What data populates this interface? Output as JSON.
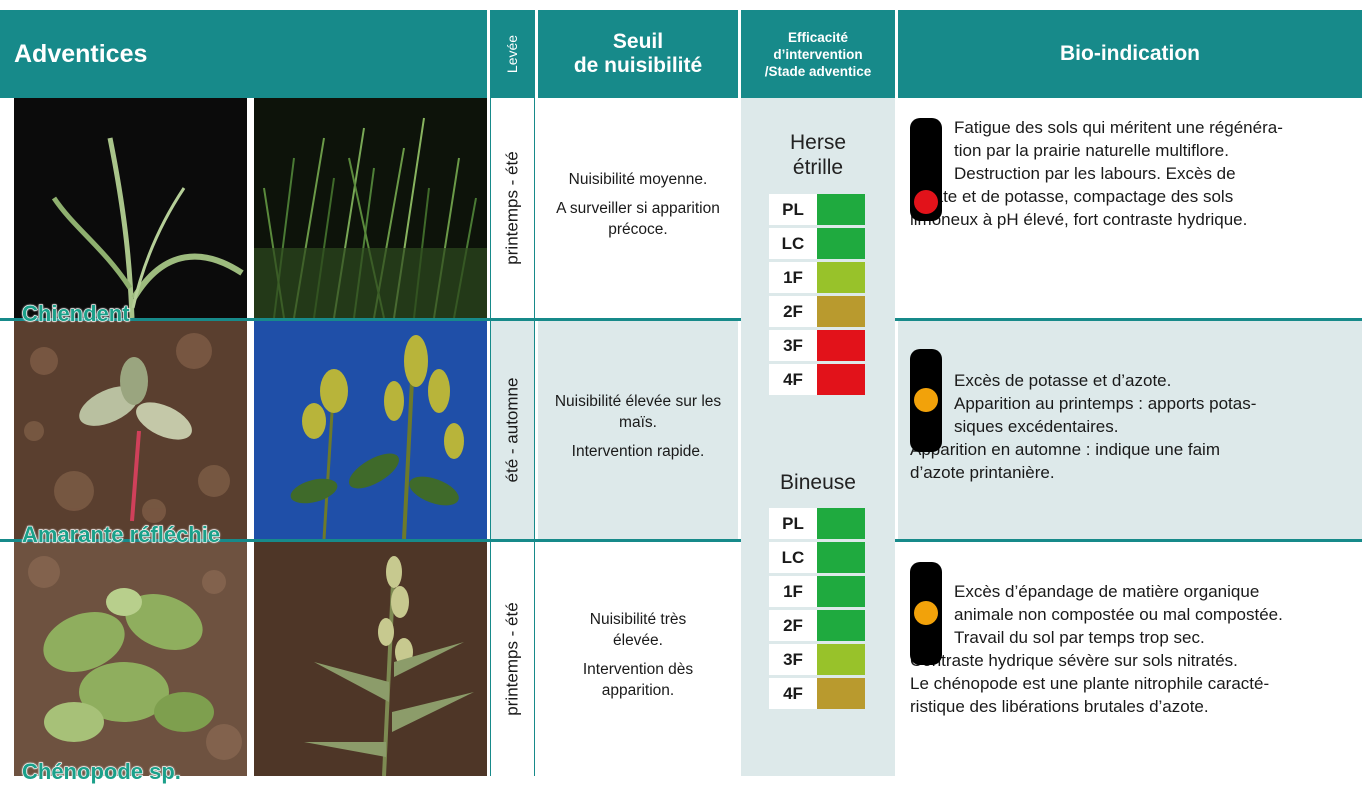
{
  "header": {
    "adventices": "Adventices",
    "levee": "Levée",
    "seuil_1": "Seuil",
    "seuil_2": "de nuisibilité",
    "eff_1": "Efficacité",
    "eff_2": "d’intervention",
    "eff_3": "/Stade adventice",
    "bio": "Bio-indication"
  },
  "colors": {
    "teal": "#178a8a",
    "green": "#1faa3f",
    "light_green": "#98c22a",
    "ochre": "#b99a2e",
    "red": "#e2121a",
    "orange": "#f2a20a"
  },
  "rows": [
    {
      "name": "Chiendent",
      "levee": "printemps - été",
      "seuil": [
        "Nuisibilité moyenne.",
        "A surveiller si apparition précoce."
      ],
      "light": "red",
      "bio": [
        "Fatigue des sols qui méritent une régénéra-",
        "tion par la prairie naturelle multiflore.",
        "Destruction par les labours. Excès de",
        "nitrate et de potasse, compactage des sols",
        "limoneux à pH élevé, fort contraste hydrique."
      ]
    },
    {
      "name": "Amarante réfléchie",
      "levee": "été - automne",
      "seuil": [
        "Nuisibilité élevée sur les maïs.",
        "Intervention rapide."
      ],
      "light": "orange",
      "bio": [
        "Excès de potasse et d’azote.",
        "Apparition au printemps : apports potas-",
        "siques excédentaires.",
        "Apparition en automne : indique une faim",
        "d’azote printanière."
      ]
    },
    {
      "name": "Chénopode sp.",
      "levee": "printemps - été",
      "seuil": [
        "Nuisibilité très élevée.",
        "Intervention dès apparition."
      ],
      "light": "orange",
      "bio": [
        "Excès d’épandage de matière organique",
        "animale non compostée ou mal compostée.",
        "Travail du sol par temps trop sec.",
        "Contraste hydrique sévère sur sols nitratés.",
        "Le chénopode est une plante nitrophile caracté-",
        "ristique des libérations brutales d’azote."
      ]
    }
  ],
  "tools": [
    {
      "name_1": "Herse",
      "name_2": "étrille",
      "stages": [
        {
          "label": "PL",
          "color": "#1faa3f"
        },
        {
          "label": "LC",
          "color": "#1faa3f"
        },
        {
          "label": "1F",
          "color": "#98c22a"
        },
        {
          "label": "2F",
          "color": "#b99a2e"
        },
        {
          "label": "3F",
          "color": "#e2121a"
        },
        {
          "label": "4F",
          "color": "#e2121a"
        }
      ]
    },
    {
      "name_1": "Bineuse",
      "stages": [
        {
          "label": "PL",
          "color": "#1faa3f"
        },
        {
          "label": "LC",
          "color": "#1faa3f"
        },
        {
          "label": "1F",
          "color": "#1faa3f"
        },
        {
          "label": "2F",
          "color": "#1faa3f"
        },
        {
          "label": "3F",
          "color": "#98c22a"
        },
        {
          "label": "4F",
          "color": "#b99a2e"
        }
      ]
    }
  ]
}
